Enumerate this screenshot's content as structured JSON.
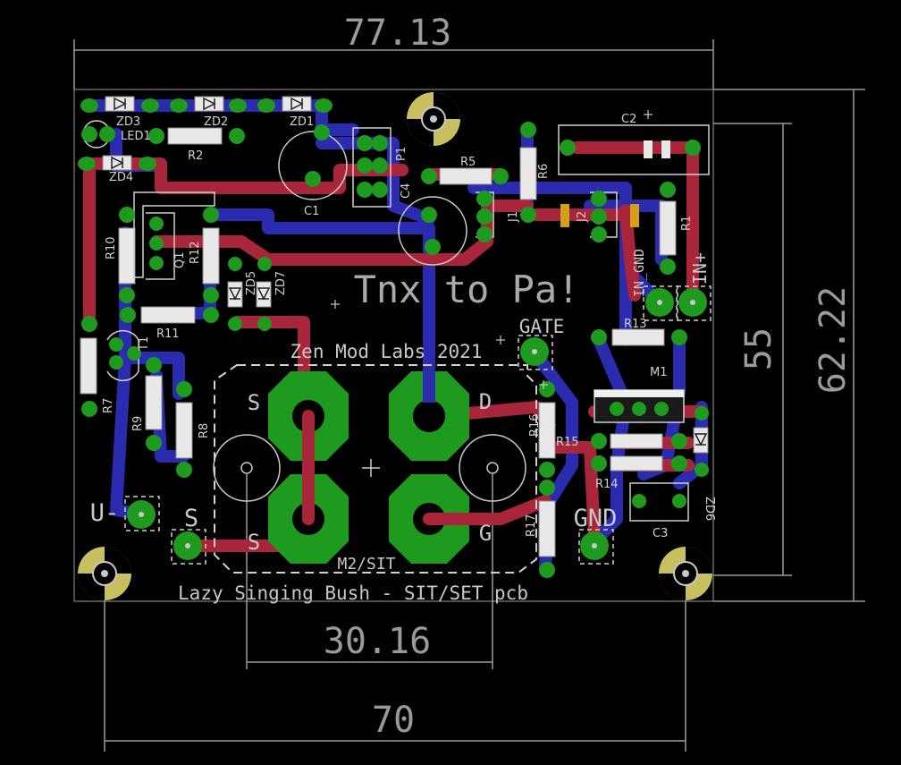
{
  "dimensions": {
    "top_width": "77.13",
    "right_height_outer": "62.22",
    "right_height_inner": "55",
    "mount_spacing": "30.16",
    "bottom_width": "70"
  },
  "board": {
    "headline": "Tnx to Pa!",
    "credit": "Zen Mod Labs 2021",
    "title": "Lazy Singing Bush - SIT/SET pcb",
    "transistor_label": "M2/SIT",
    "pad_s_top": "S",
    "pad_s_bottom": "S",
    "pad_d": "D",
    "pad_g": "G"
  },
  "terminals": {
    "gate": "GATE",
    "gnd": "GND",
    "u_minus": "U-",
    "s": "S",
    "in_plus": "IN+",
    "in_gnd": "IN_GND"
  },
  "components": {
    "zd3": "ZD3",
    "zd2": "ZD2",
    "zd1": "ZD1",
    "zd4": "ZD4",
    "zd5": "ZD5",
    "zd6": "ZD6",
    "zd7": "ZD7",
    "led1": "LED1",
    "r1": "R1",
    "r2": "R2",
    "r5": "R5",
    "r6": "R6",
    "r7": "R7",
    "r8": "R8",
    "r9": "R9",
    "r10": "R10",
    "r11": "R11",
    "r12": "R12",
    "r13": "R13",
    "r14": "R14",
    "r15": "R15",
    "r16": "R16",
    "r17": "R17",
    "c1": "C1",
    "c2": "C2",
    "c3": "C3",
    "c4": "C4",
    "q1": "Q1",
    "t1": "T1",
    "j1": "J1",
    "j2": "J2",
    "p1": "P1",
    "m1": "M1"
  },
  "colors": {
    "background": "#000000",
    "top_copper": "#a8253a",
    "bottom_copper": "#2b2bb0",
    "pad": "#1e9a1e",
    "silkscreen": "#c8c8c8",
    "dimension": "#9a9a9a",
    "mount_hole": "#c8c060"
  }
}
